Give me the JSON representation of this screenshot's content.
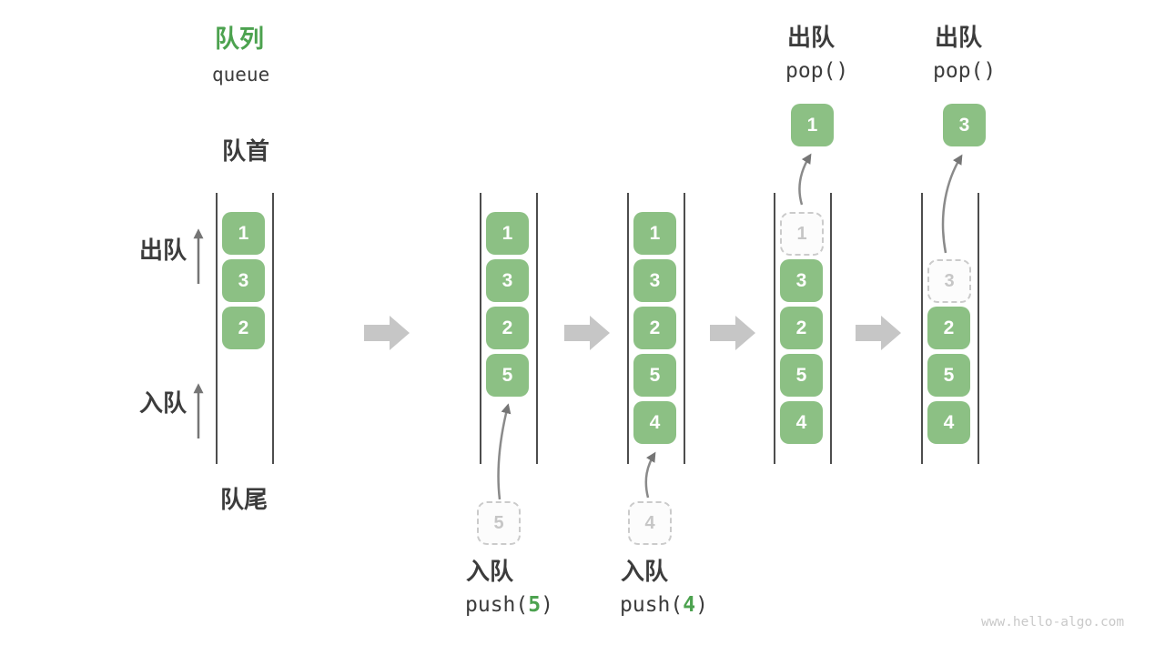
{
  "title": {
    "zh": "队列",
    "en": "queue"
  },
  "labels": {
    "front": "队首",
    "rear": "队尾",
    "dequeue_side": "出队",
    "enqueue_side": "入队"
  },
  "colors": {
    "box_green": "#8CC084",
    "accent_green": "#4CA24F",
    "text_dark": "#3C3C3C",
    "ghost_gray": "#C6C6C6",
    "block_arrow_gray": "#C6C6C6",
    "thin_arrow_gray": "#757575"
  },
  "states": [
    {
      "boxes": [
        "1",
        "3",
        "2"
      ]
    },
    {
      "boxes": [
        "1",
        "3",
        "2",
        "5"
      ],
      "incoming": "5",
      "op": {
        "label": "入队",
        "fn_open": "push(",
        "arg": "5",
        "fn_close": ")"
      }
    },
    {
      "boxes": [
        "1",
        "3",
        "2",
        "5",
        "4"
      ],
      "incoming": "4",
      "op": {
        "label": "入队",
        "fn_open": "push(",
        "arg": "4",
        "fn_close": ")"
      }
    },
    {
      "boxes": [
        "3",
        "2",
        "5",
        "4"
      ],
      "ghost": "1",
      "popped": "1",
      "op": {
        "label": "出队",
        "fn": "pop()"
      }
    },
    {
      "boxes": [
        "2",
        "5",
        "4"
      ],
      "ghost": "3",
      "popped": "3",
      "op": {
        "label": "出队",
        "fn": "pop()"
      }
    }
  ],
  "watermark": "www.hello-algo.com"
}
